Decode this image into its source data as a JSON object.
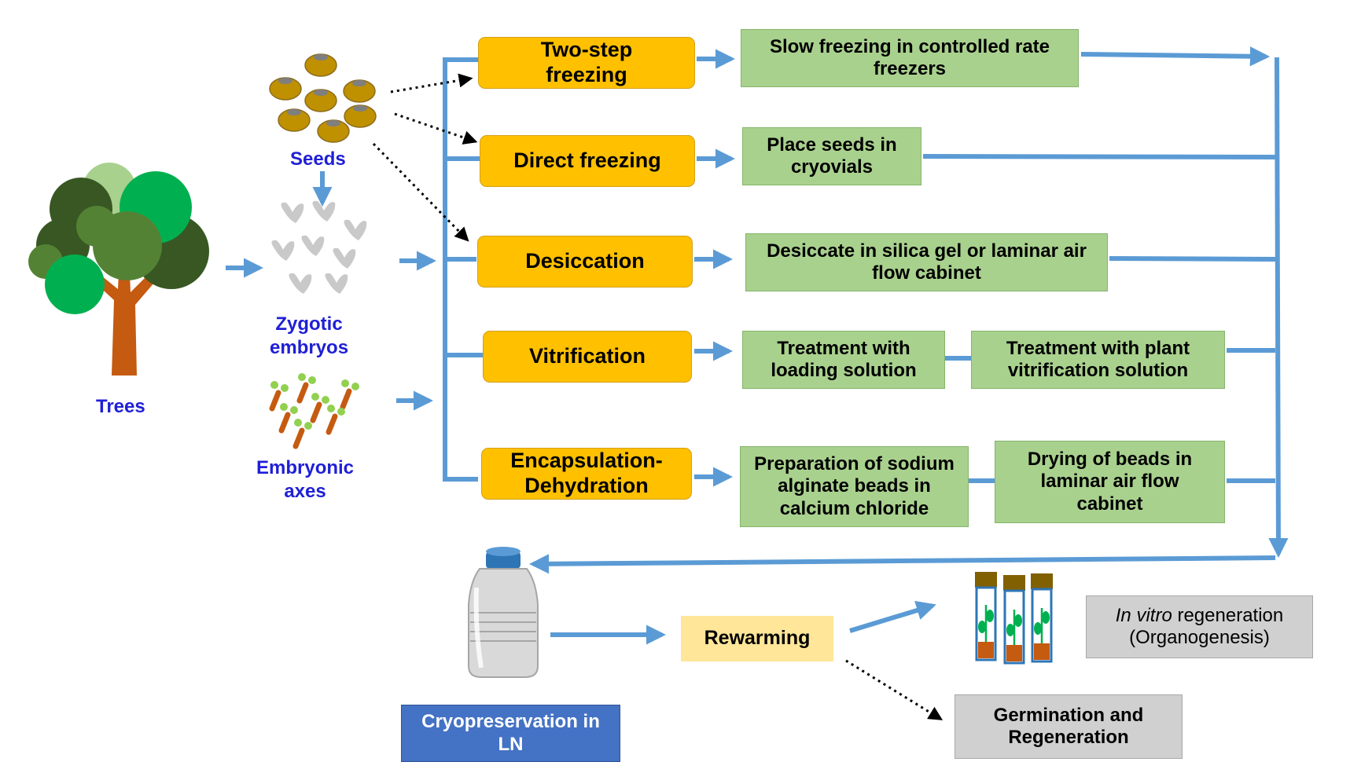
{
  "sources": {
    "trees": "Trees",
    "seeds": "Seeds",
    "zygotic_embryos": [
      "Zygotic",
      "embryos"
    ],
    "embryonic_axes": [
      "Embryonic",
      "axes"
    ]
  },
  "methods": [
    {
      "id": "two-step",
      "lines": [
        "Two-step",
        "freezing"
      ]
    },
    {
      "id": "direct",
      "lines": [
        "Direct freezing"
      ]
    },
    {
      "id": "desiccation",
      "lines": [
        "Desiccation"
      ]
    },
    {
      "id": "vitrification",
      "lines": [
        "Vitrification"
      ]
    },
    {
      "id": "encapsulation",
      "lines": [
        "Encapsulation-",
        "Dehydration"
      ]
    }
  ],
  "steps": {
    "slow_freezing": [
      "Slow freezing in controlled rate",
      "freezers"
    ],
    "place_seeds": [
      "Place seeds in",
      "cryovials"
    ],
    "desiccate": [
      "Desiccate in silica gel or laminar air",
      "flow cabinet"
    ],
    "loading_solution": [
      "Treatment with",
      "loading solution"
    ],
    "pvs": [
      "Treatment with plant",
      "vitrification solution"
    ],
    "alginate_beads": [
      "Preparation of sodium",
      "alginate beads in",
      "calcium chloride"
    ],
    "drying_beads": [
      "Drying of beads in",
      "laminar air flow",
      "cabinet"
    ]
  },
  "storage": {
    "label": [
      "Cryopreservation in",
      "LN"
    ]
  },
  "rewarming": "Rewarming",
  "outcomes": {
    "in_vitro_italic": "In vitro",
    "in_vitro_rest": " regeneration",
    "in_vitro_line2": "(Organogenesis)",
    "germination": [
      "Germination and",
      "Regeneration"
    ]
  },
  "colors": {
    "method_fill": "#ffc000",
    "step_fill": "#a9d18e",
    "outcome_fill": "#d0d0d0",
    "rewarming_fill": "#ffe699",
    "storage_fill": "#4472c4",
    "arrow": "#5b9bd5",
    "source_label": "#1f1fd6"
  },
  "icons": [
    "tree-icon",
    "seeds-icon",
    "zygotic-embryos-icon",
    "embryonic-axes-icon",
    "ln-dewar-icon",
    "culture-tubes-icon"
  ]
}
